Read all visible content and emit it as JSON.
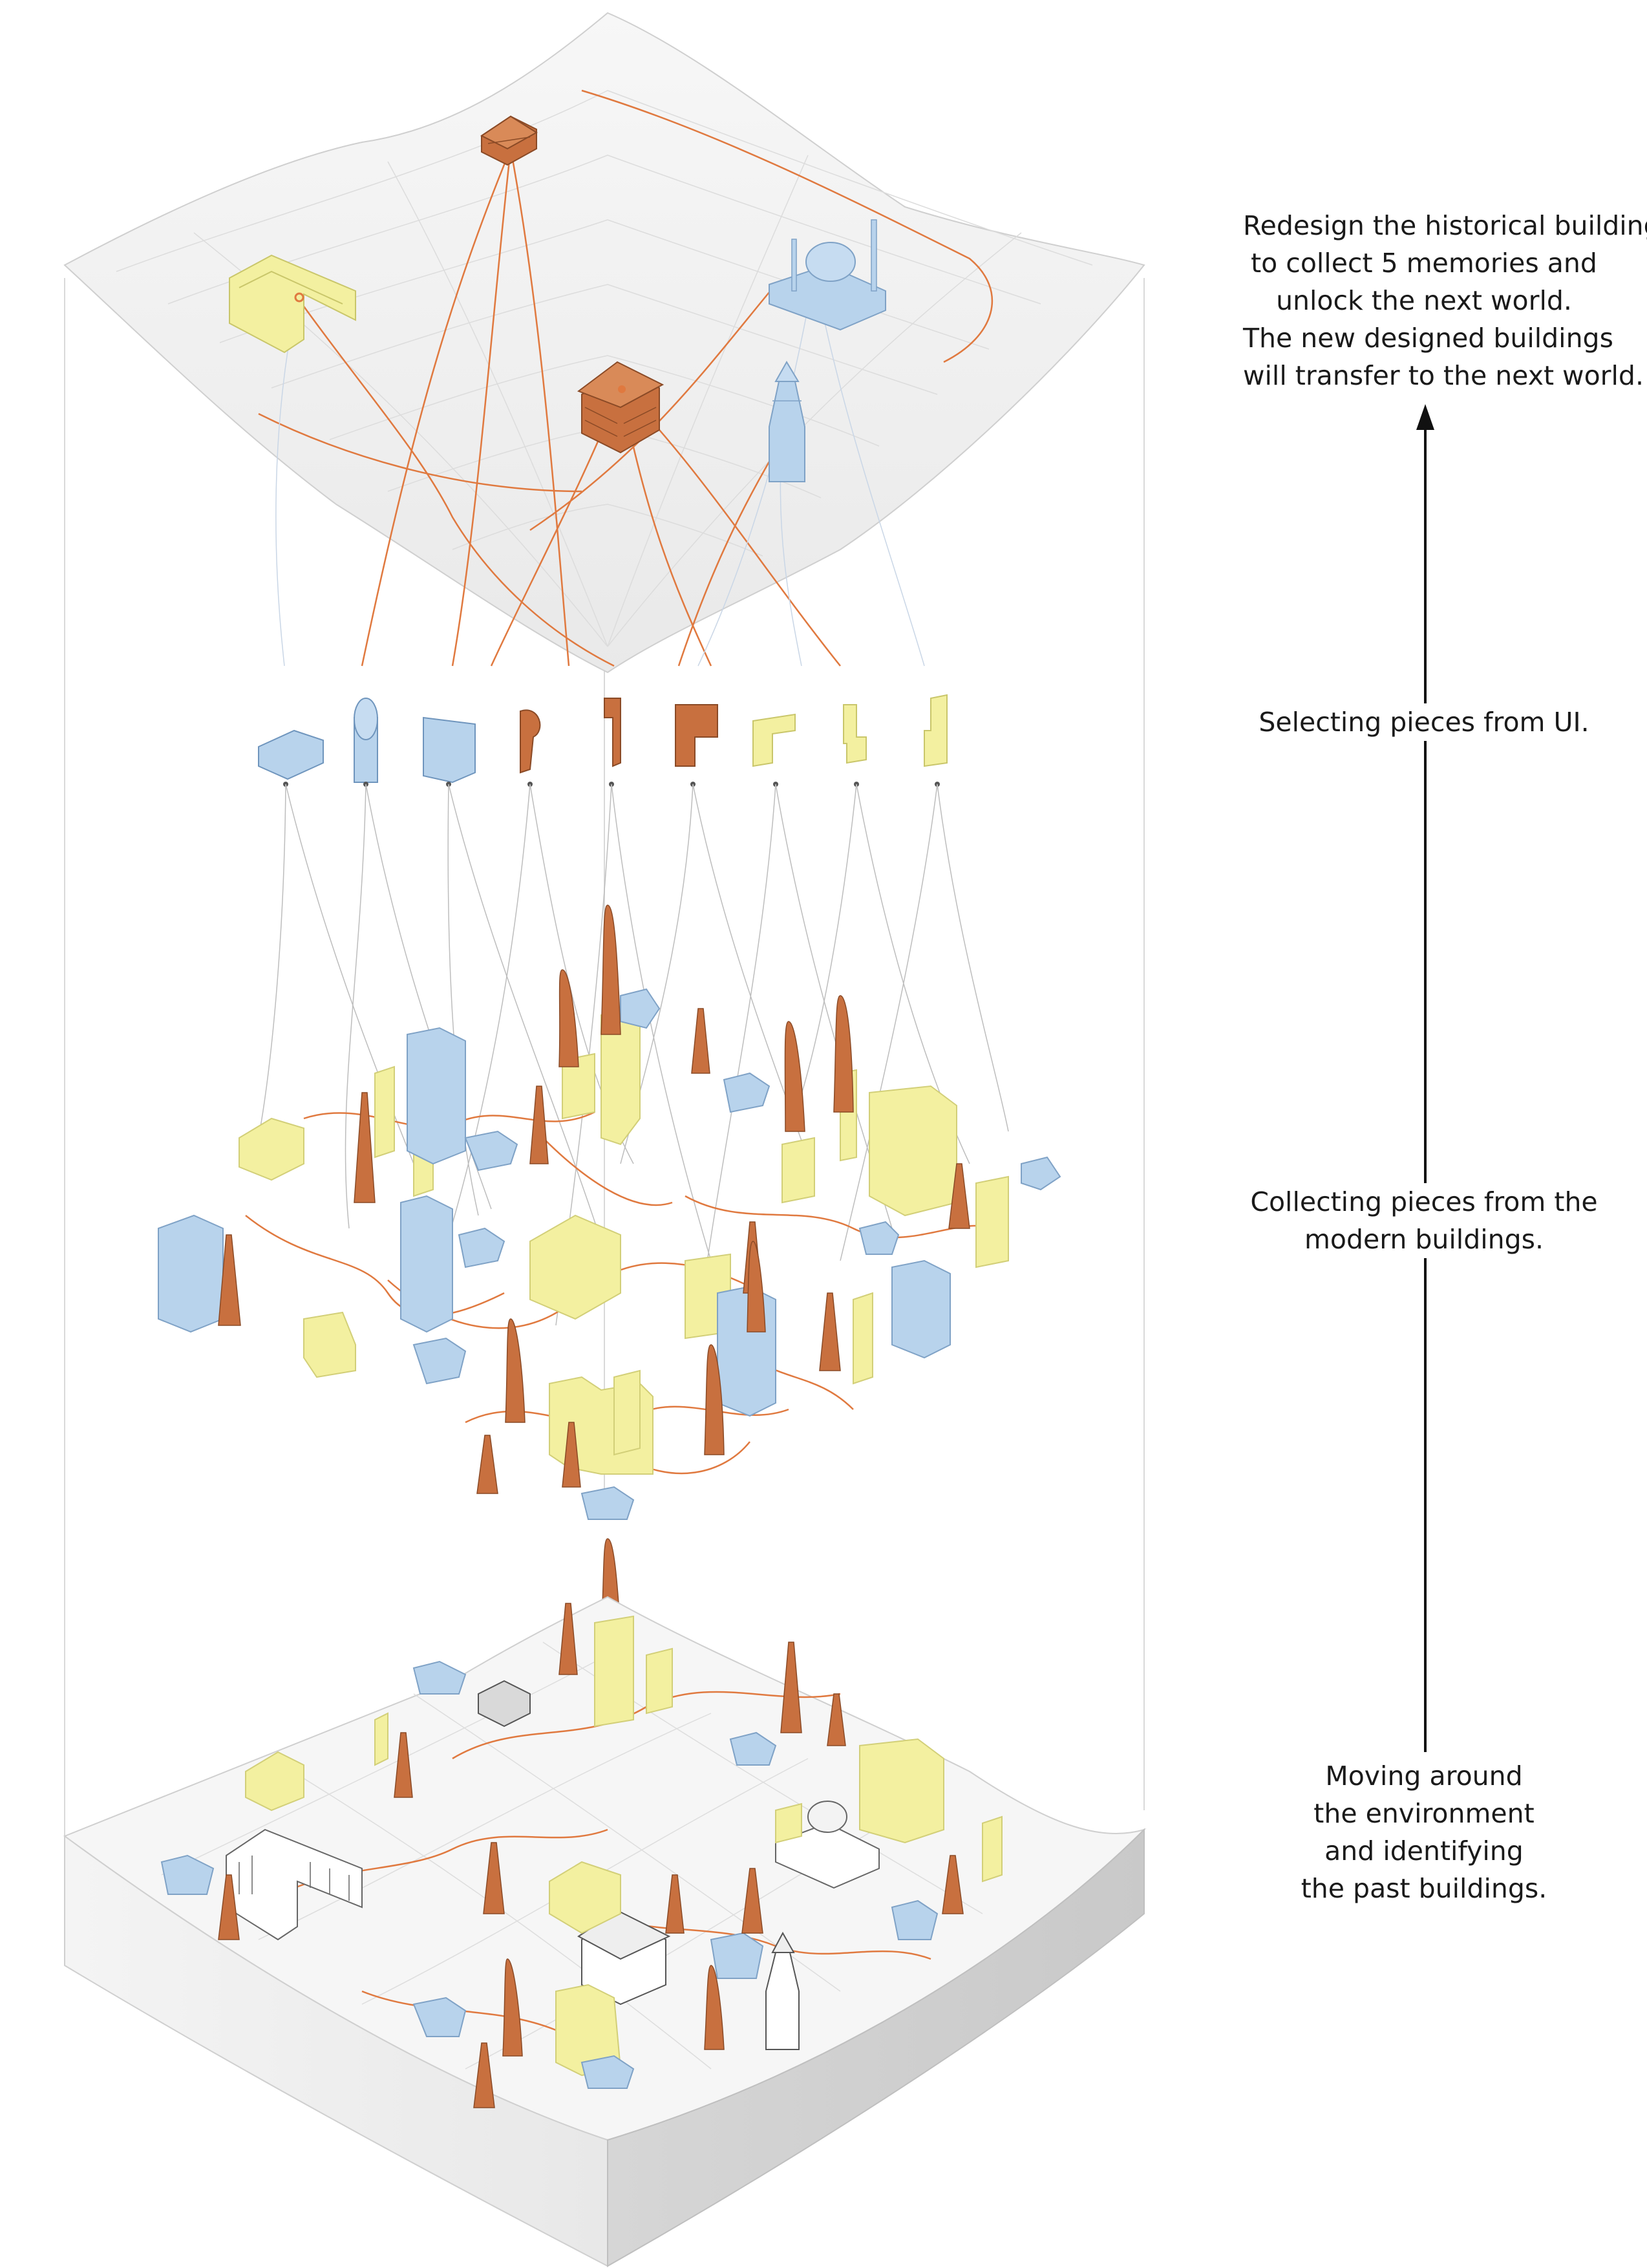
{
  "captions": [
    {
      "lines": [
        "Redesign the historical buildings",
        "to collect 5 memories and",
        "unlock the next world.",
        "The new designed buildings",
        "will transfer to the next world."
      ]
    },
    {
      "lines": [
        "Selecting pieces from UI."
      ]
    },
    {
      "lines": [
        "Collecting pieces from the",
        "modern buildings."
      ]
    },
    {
      "lines": [
        "Moving around",
        "the environment",
        "and identifying",
        "the past buildings."
      ]
    }
  ],
  "colors": {
    "historical": "#c8703f",
    "modern_blue": "#b8d3ec",
    "modern_yellow": "#f3f0a0",
    "terrain": "#efefef",
    "connection_line": "#e0793f",
    "arrow": "#111111"
  }
}
